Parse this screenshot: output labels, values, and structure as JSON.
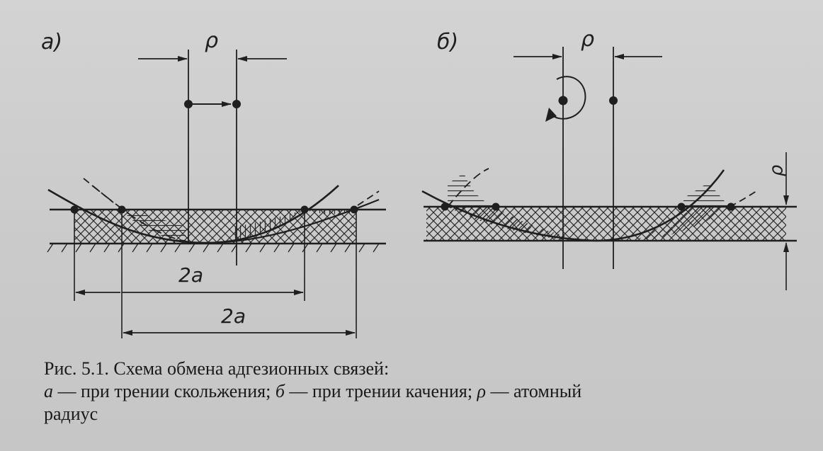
{
  "figure": {
    "panel_a_label": "а)",
    "panel_b_label": "б)",
    "rho": "ρ",
    "dim_2a": "2a"
  },
  "caption": {
    "title": "Рис. 5.1. Схема обмена адгезионных связей:",
    "a_letter": "а",
    "a_text": " — при трении скольжения; ",
    "b_letter": "б",
    "b_text": " — при трении качения; ",
    "rho_letter": "ρ",
    "rho_text": " — атомный",
    "tail": "радиус"
  },
  "colors": {
    "ink": "#1f1f1f",
    "paper": "#cfcfcf"
  }
}
